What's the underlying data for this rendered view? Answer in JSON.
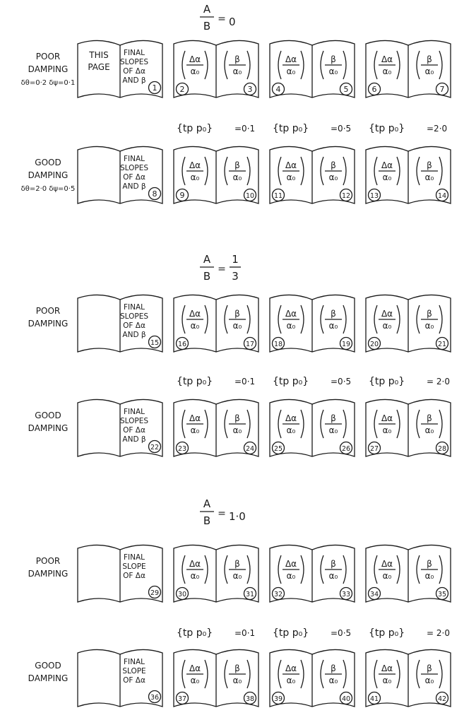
{
  "sections": [
    {
      "ratio": {
        "lhs_num": "A",
        "lhs_den": "B",
        "eq": "=",
        "rhs": "0",
        "rhs_den": ""
      },
      "poor": {
        "label_lines": [
          "POOR",
          "DAMPING",
          "δθ=0·2  δψ=0·1"
        ],
        "left_page_lines": [
          "THIS",
          "PAGE"
        ],
        "final_lines": [
          "FINAL",
          "SLOPES",
          "OF Δα",
          "AND β"
        ],
        "final_num": "1",
        "books": [
          {
            "left_num": "2",
            "right_num": "3"
          },
          {
            "left_num": "4",
            "right_num": "5"
          },
          {
            "left_num": "6",
            "right_num": "7"
          }
        ]
      },
      "tp": [
        "=0·1",
        "=0·5",
        "=2·0"
      ],
      "good": {
        "label_lines": [
          "GOOD",
          "DAMPING",
          "δθ=2·0  δψ=0·5"
        ],
        "left_page_lines": [],
        "final_lines": [
          "FINAL",
          "SLOPES",
          "OF Δα",
          "AND β"
        ],
        "final_num": "8",
        "books": [
          {
            "left_num": "9",
            "right_num": "10"
          },
          {
            "left_num": "11",
            "right_num": "12"
          },
          {
            "left_num": "13",
            "right_num": "14"
          }
        ]
      }
    },
    {
      "ratio": {
        "lhs_num": "A",
        "lhs_den": "B",
        "eq": "=",
        "rhs": "1",
        "rhs_den": "3"
      },
      "poor": {
        "label_lines": [
          "POOR",
          "DAMPING"
        ],
        "left_page_lines": [],
        "final_lines": [
          "FINAL",
          "SLOPES",
          "OF Δα",
          "AND β"
        ],
        "final_num": "15",
        "books": [
          {
            "left_num": "16",
            "right_num": "17"
          },
          {
            "left_num": "18",
            "right_num": "19"
          },
          {
            "left_num": "20",
            "right_num": "21"
          }
        ]
      },
      "tp": [
        "=0·1",
        "=0·5",
        "= 2·0"
      ],
      "good": {
        "label_lines": [
          "GOOD",
          "DAMPING"
        ],
        "left_page_lines": [],
        "final_lines": [
          "FINAL",
          "SLOPES",
          "OF Δα",
          "AND β"
        ],
        "final_num": "22",
        "books": [
          {
            "left_num": "23",
            "right_num": "24"
          },
          {
            "left_num": "25",
            "right_num": "26"
          },
          {
            "left_num": "27",
            "right_num": "28"
          }
        ]
      }
    },
    {
      "ratio": {
        "lhs_num": "A",
        "lhs_den": "B",
        "eq": "=",
        "rhs": "1·0",
        "rhs_den": ""
      },
      "poor": {
        "label_lines": [
          "POOR",
          "DAMPING"
        ],
        "left_page_lines": [],
        "final_lines": [
          "FINAL",
          "SLOPE",
          "OF Δα"
        ],
        "final_num": "29",
        "books": [
          {
            "left_num": "30",
            "right_num": "31"
          },
          {
            "left_num": "32",
            "right_num": "33"
          },
          {
            "left_num": "34",
            "right_num": "35"
          }
        ]
      },
      "tp": [
        "=0·1",
        "=0·5",
        "= 2·0"
      ],
      "good": {
        "label_lines": [
          "GOOD",
          "DAMPING"
        ],
        "left_page_lines": [],
        "final_lines": [
          "FINAL",
          "SLOPE",
          "OF Δα"
        ],
        "final_num": "36",
        "books": [
          {
            "left_num": "37",
            "right_num": "38"
          },
          {
            "left_num": "39",
            "right_num": "40"
          },
          {
            "left_num": "41",
            "right_num": "42"
          }
        ]
      }
    }
  ],
  "symbols": {
    "tp_group": "{tp p₀}",
    "left_num": "Δα",
    "left_den": "α₀",
    "right_num": "β",
    "right_den": "α₀"
  }
}
